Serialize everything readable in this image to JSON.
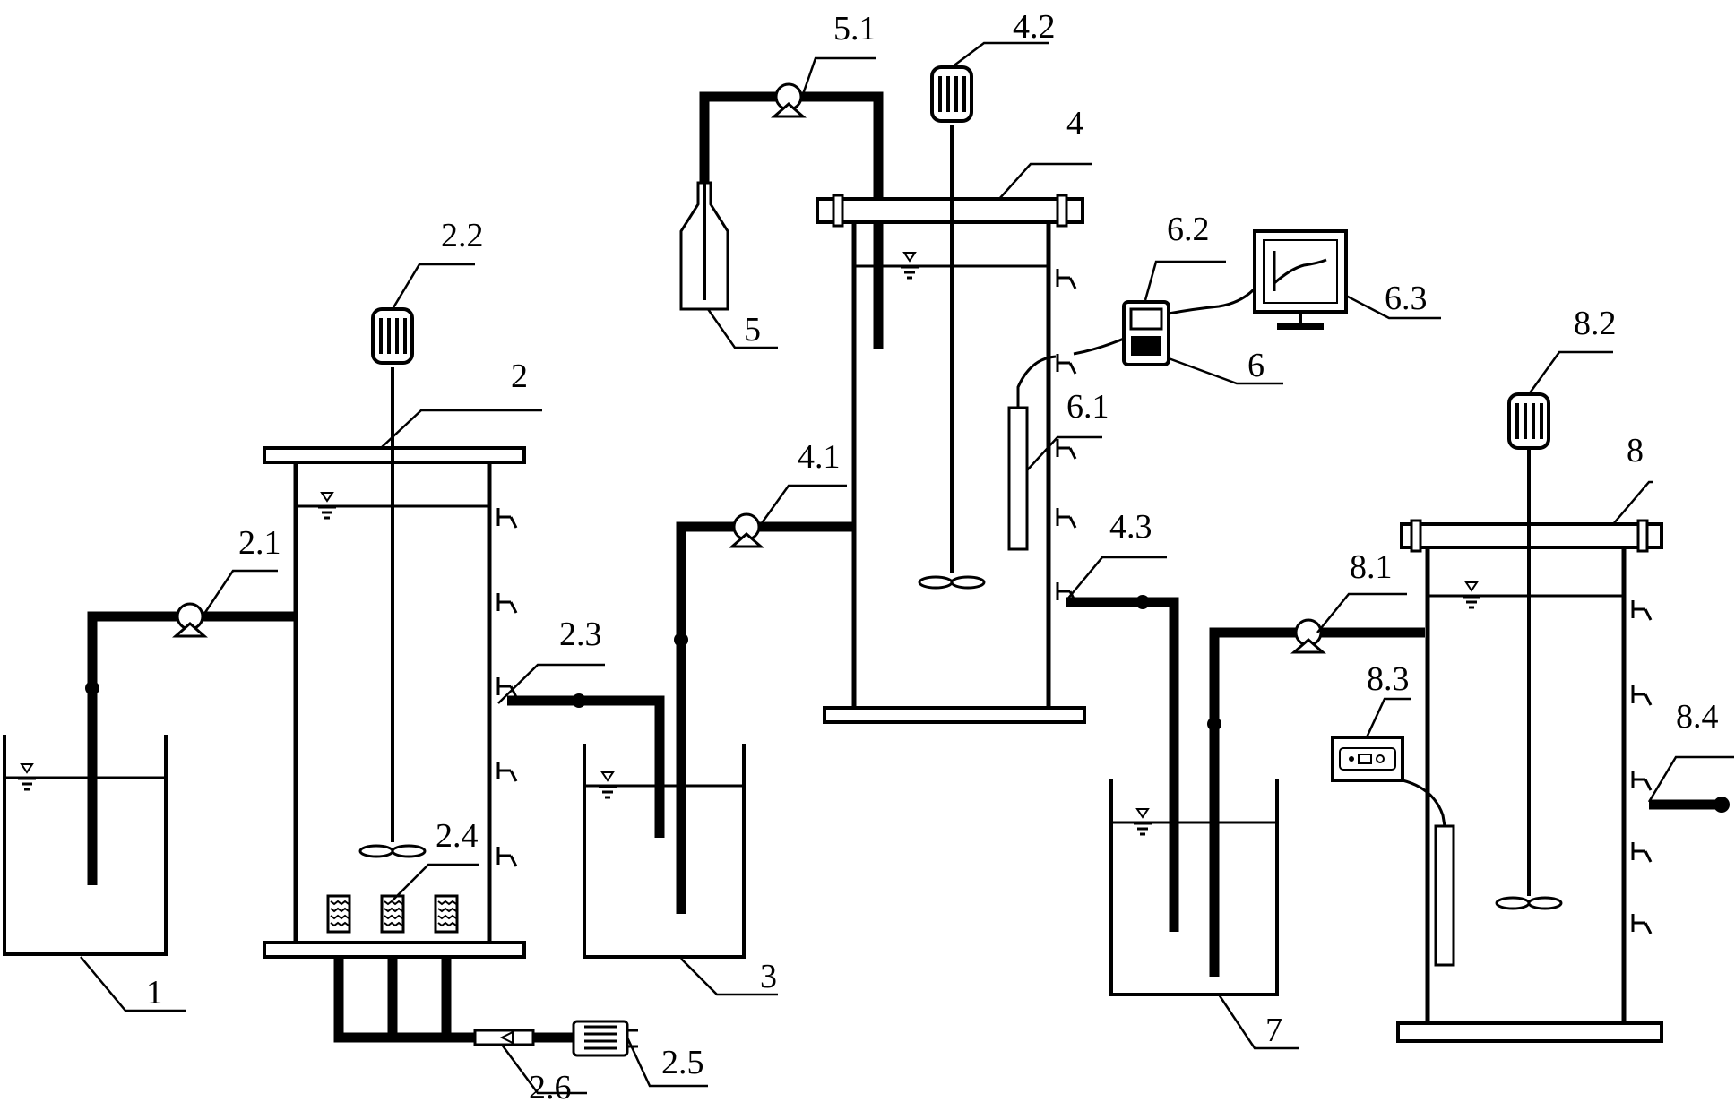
{
  "labels": {
    "l_1": "1",
    "l_2": "2",
    "l_2_1": "2.1",
    "l_2_2": "2.2",
    "l_2_3": "2.3",
    "l_2_4": "2.4",
    "l_2_5": "2.5",
    "l_2_6": "2.6",
    "l_3": "3",
    "l_4": "4",
    "l_4_1": "4.1",
    "l_4_2": "4.2",
    "l_4_3": "4.3",
    "l_5": "5",
    "l_5_1": "5.1",
    "l_6": "6",
    "l_6_1": "6.1",
    "l_6_2": "6.2",
    "l_6_3": "6.3",
    "l_7": "7",
    "l_8": "8",
    "l_8_1": "8.1",
    "l_8_2": "8.2",
    "l_8_3": "8.3",
    "l_8_4": "8.4"
  }
}
